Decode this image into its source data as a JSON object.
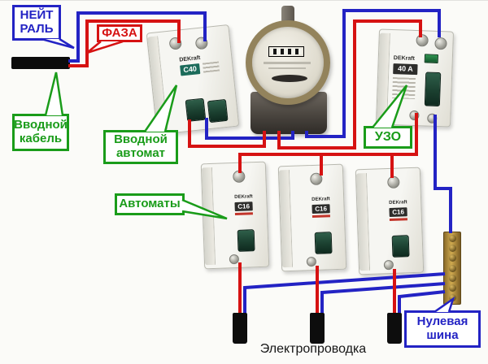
{
  "labels": {
    "neutral": {
      "line1": "НЕЙТ",
      "line2": "РАЛЬ"
    },
    "phase": "ФАЗА",
    "input_cable": {
      "line1": "Вводной",
      "line2": "кабель"
    },
    "input_breaker": {
      "line1": "Вводной",
      "line2": "автомат"
    },
    "breakers": "Автоматы",
    "rcd": "УЗО",
    "neutral_bus": {
      "line1": "Нулевая",
      "line2": "шина"
    },
    "caption": "Электропроводка"
  },
  "devices": {
    "brand": "DEKraft",
    "input_breaker_rating": "C40",
    "rcd_rating": "40 A",
    "branch_breaker_rating": "C16"
  },
  "colors": {
    "phase_wire": "#d61212",
    "neutral_wire": "#2323c4",
    "callout_green": "#1a9c1a",
    "callout_blue": "#2323c4",
    "callout_red": "#d61212"
  }
}
